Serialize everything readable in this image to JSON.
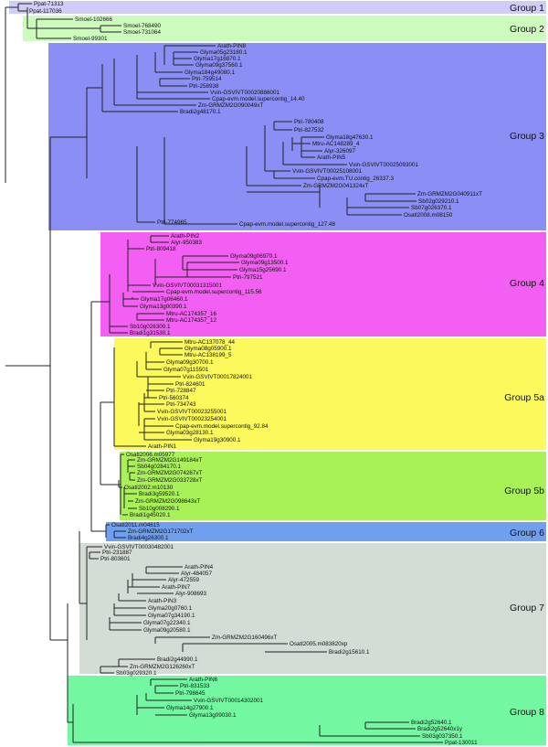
{
  "colors": {
    "group1": "#cfcdf7",
    "group2": "#cdfbbd",
    "group3": "#8b8ef4",
    "group4": "#f25ff2",
    "group5a": "#fbf95c",
    "group5b": "#a8f258",
    "group6": "#6fa0f0",
    "group7": "#d4dcd6",
    "group8": "#73f7a0"
  },
  "groups": [
    {
      "name": "Group 1",
      "color_key": "group1"
    },
    {
      "name": "Group 2",
      "color_key": "group2"
    },
    {
      "name": "Group 3",
      "color_key": "group3"
    },
    {
      "name": "Group 4",
      "color_key": "group4"
    },
    {
      "name": "Group 5a",
      "color_key": "group5a"
    },
    {
      "name": "Group 5b",
      "color_key": "group5b"
    },
    {
      "name": "Group 6",
      "color_key": "group6"
    },
    {
      "name": "Group 7",
      "color_key": "group7"
    },
    {
      "name": "Group 8",
      "color_key": "group8"
    }
  ],
  "leaves": [
    "Ppat-71313",
    "Ppat-117036",
    "Smoel-102666",
    "Smoel-768490",
    "Smoel-731064",
    "Smoel-99301",
    "Arath-PIN8",
    "Glyma05g23180.1",
    "Glyma17g16870.1",
    "Glyma09g37560.1",
    "Glyma184g49080.1",
    "Ptri-759514",
    "Ptri-258938",
    "Vvin-GSVIVT00020886001",
    "Cpap-evm.model.supercontig_14.40",
    "Zm-GRMZM2G090049xT",
    "Bradi2g48170.1",
    "Ptri-780408",
    "Ptri-827532",
    "Glyma18g47630.1",
    "Mtru-AC148289_4",
    "Alyr-326097",
    "Arath-PIN5",
    "Vvin-GSVIVT00025093001",
    "Vvin-GSVIVT00025108001",
    "Cpap-evm.TU.contig_26337.3",
    "Zm-GRMZM2G041324xT",
    "Zm-GRMZM2G040911xT",
    "Sb02g029210.1",
    "Sb07g026370.1",
    "Osatl2008.m08150",
    "Ptri-774965",
    "Cpap-evm.model.supercontig_127.48",
    "Arath-PIN2",
    "Alyr-950383",
    "Ptri-809418",
    "Glyma09g06970.1",
    "Glyma09g13500.1",
    "Glyma15g25690.1",
    "Ptri-797521",
    "Vvin-GSVIVT00031315001",
    "Cpap-evm.model.supercontig_115.56",
    "Glyma17g06460.1",
    "Glyma13g00390.1",
    "Mtru-AC174357_16",
    "Mtru-AC174357_12",
    "Sb10g026300.1",
    "Bradi1g31530.1",
    "Mtru-AC137078_44",
    "Glyma08g05900.1",
    "Mtru-AC138199_5",
    "Glyma09g30700.1",
    "Glyma07g115501",
    "Vvin-GSVIVT00017824001",
    "Ptri-824601",
    "Ptri-728847",
    "Ptri-560374",
    "Ptri-734743",
    "Vvin-GSVIVT00023255001",
    "Vvin-GSVIVT00023254001",
    "Cpap-evm.model.supercontig_92.84",
    "Glyma03g28130.1",
    "Glyma19g30900.1",
    "Arath-PIN1",
    "Osatl2006.m05977",
    "Zm-GRMZM2G149184xT",
    "Sb04g0284170.1",
    "Zm-GRMZM2G074267xT",
    "Zm-GRMZM2G033728xT",
    "Osatl2002.m10130",
    "Bradi3g59520.1",
    "Zm-GRMZM2G098643xT",
    "Sb10g008290.1",
    "Bradi1g45020.1",
    "Osatl2011.m04615",
    "Zm-GRMZM2G171702xT",
    "Bradi4g26300.1",
    "Vvin-GSVIVT00030482001",
    "Ptri-231887",
    "Ptri-803601",
    "Arath-PIN4",
    "Alyr-484057",
    "Alyr-472559",
    "Arath-PIN7",
    "Alyr-908693",
    "Arath-PIN3",
    "Glyma20g0760.1",
    "Glyma07g34190.1",
    "Glyma07g22340.1",
    "Glyma09g20580.1",
    "Zm-GRMZM2G160496xT",
    "Osatl2005.m083820xp",
    "Bradi2g15610.1",
    "Bradi2g44990.1",
    "Zm-GRMZM2G126260xT",
    "Sb03g029320.1",
    "Arath-PIN6",
    "Ptri-831533",
    "Ptri-798645",
    "Vvin-GSVIVT00014302001",
    "Glyma14g27900.1",
    "Glyma13g09030.1",
    "Bradi2g52640.1",
    "Bradi2g52640x1y",
    "Sb03g037350.1",
    "Ppat-130011"
  ]
}
